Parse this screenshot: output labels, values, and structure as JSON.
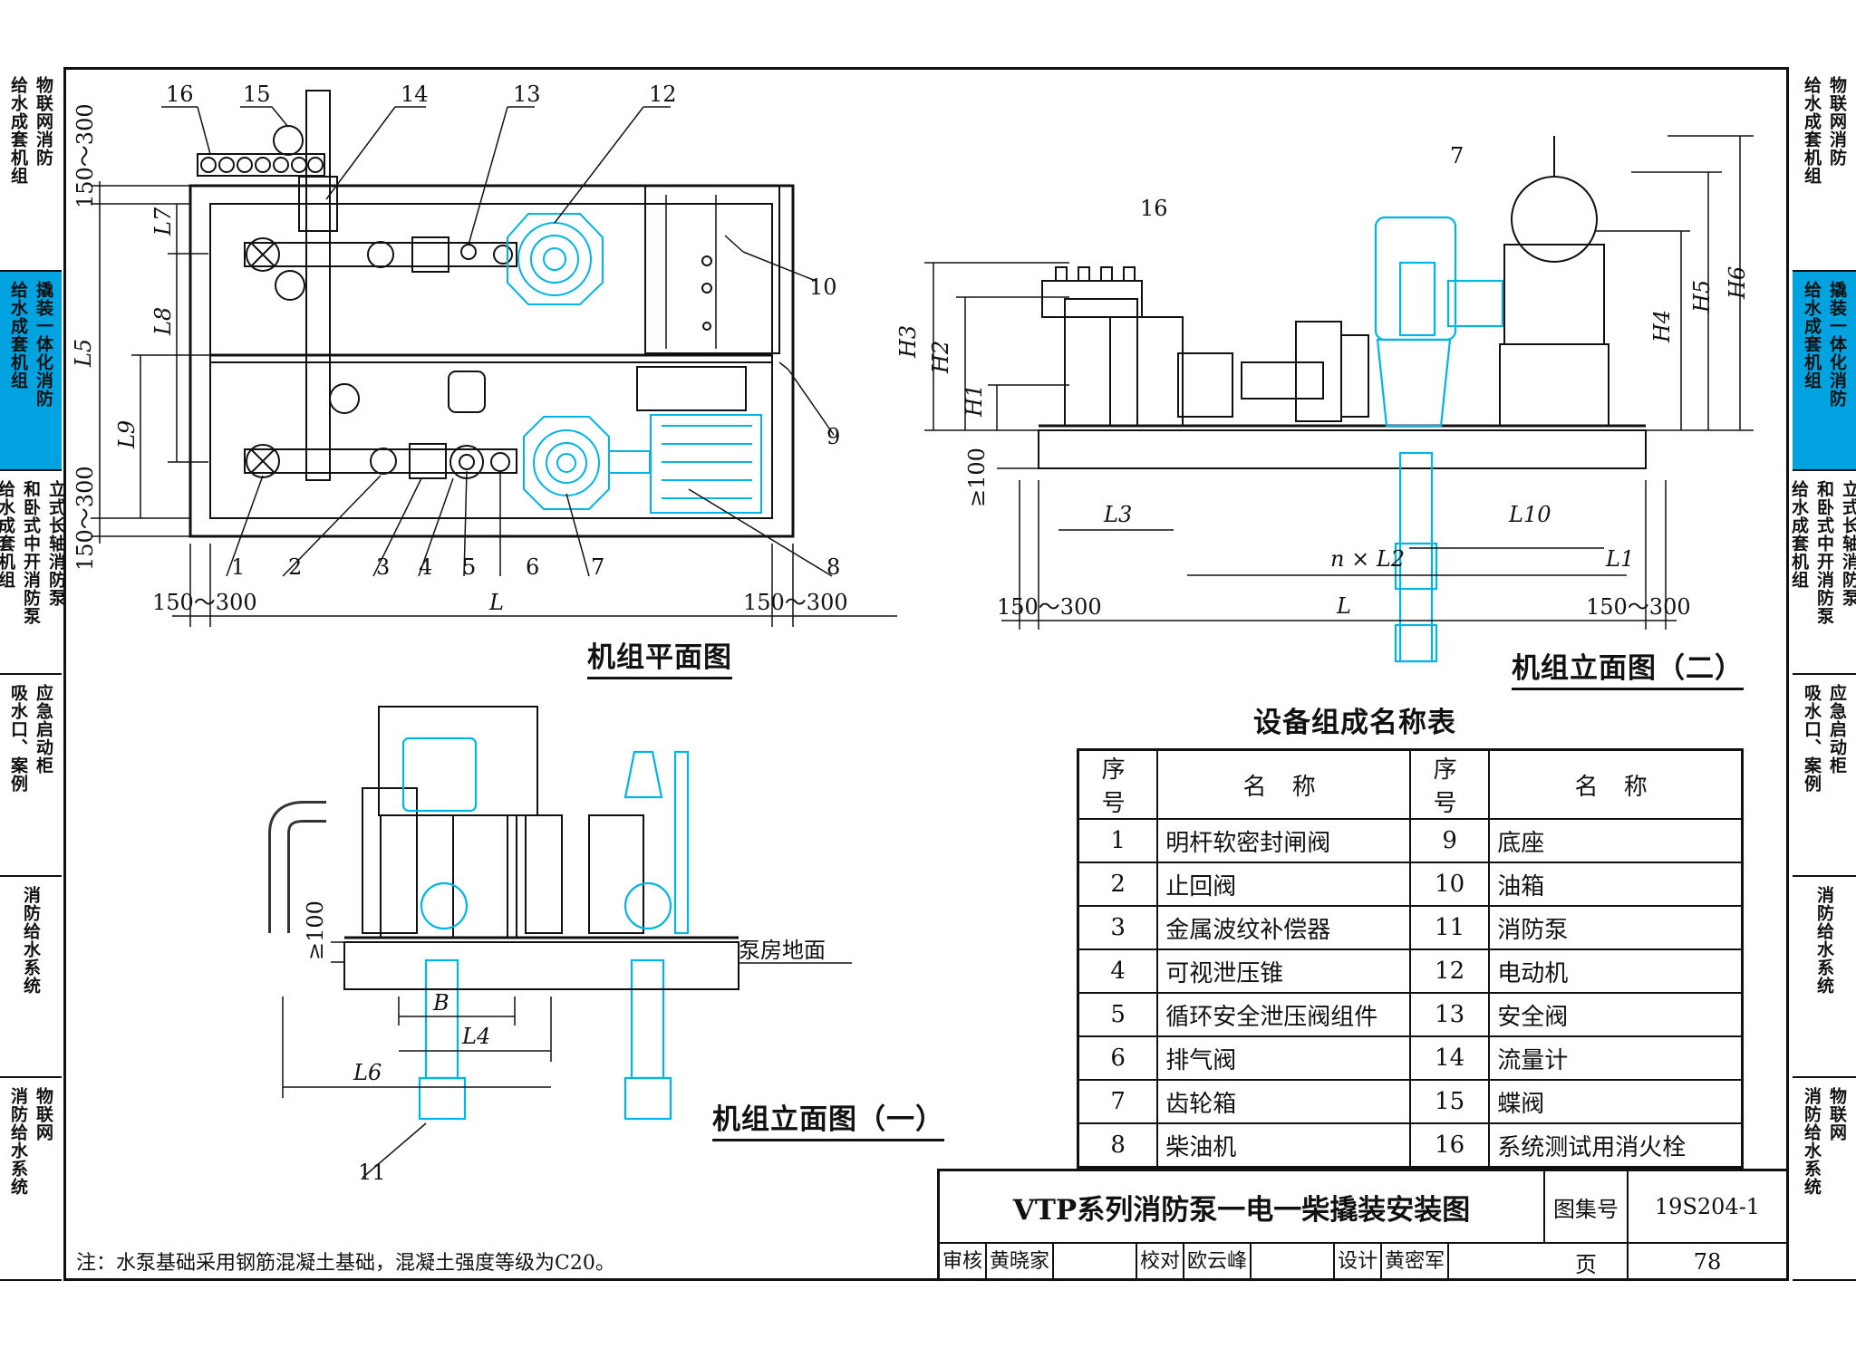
{
  "side_tabs_left": [
    {
      "cols": [
        "物联网消防",
        "给水成套机组"
      ]
    },
    {
      "cols": [
        "撬装一体化消防",
        "给水成套机组"
      ],
      "active": true
    },
    {
      "cols": [
        "立式长轴消防泵",
        "和卧式中开消防泵",
        "给水成套机组"
      ]
    },
    {
      "cols": [
        "应急启动柜",
        "吸水口、案例"
      ]
    },
    {
      "cols": [
        "消防给水系统"
      ]
    },
    {
      "cols": [
        "物联网",
        "消防给水系统"
      ]
    }
  ],
  "side_tabs_right": [
    {
      "cols": [
        "物联网消防",
        "给水成套机组"
      ]
    },
    {
      "cols": [
        "撬装一体化消防",
        "给水成套机组"
      ],
      "active": true
    },
    {
      "cols": [
        "立式长轴消防泵",
        "和卧式中开消防泵",
        "给水成套机组"
      ]
    },
    {
      "cols": [
        "应急启动柜",
        "吸水口、案例"
      ]
    },
    {
      "cols": [
        "消防给水系统"
      ]
    },
    {
      "cols": [
        "物联网",
        "消防给水系统"
      ]
    }
  ],
  "views": {
    "plan_title": "机组平面图",
    "elev2_title": "机组立面图（二）",
    "elev1_title": "机组立面图（一）"
  },
  "plan": {
    "callouts_top": [
      "16",
      "15",
      "14",
      "13",
      "12"
    ],
    "callouts_right": [
      "10",
      "9"
    ],
    "callouts_bottom": [
      "1",
      "2",
      "3",
      "4",
      "5",
      "6",
      "7",
      "8"
    ],
    "dim_side": "150～300",
    "dim_L": "L",
    "dim_L7": "L7",
    "dim_L8": "L8",
    "dim_L9": "L9",
    "dim_L5": "L5"
  },
  "elev2": {
    "callouts": [
      "7",
      "16"
    ],
    "dims": {
      "H1": "H1",
      "H2": "H2",
      "H3": "H3",
      "H4": "H4",
      "H5": "H5",
      "H6": "H6",
      "L3": "L3",
      "L10": "L10",
      "L1": "L1",
      "nL2": "n × L2",
      "L": "L",
      "side": "150～300",
      "min100": "≥100"
    }
  },
  "elev1": {
    "callout": "11",
    "floor_label": "泵房地面",
    "dims": {
      "B": "B",
      "L4": "L4",
      "L6": "L6",
      "min100": "≥100"
    }
  },
  "equipment_table": {
    "title": "设备组成名称表",
    "headers": [
      "序号",
      "名 称",
      "序号",
      "名 称"
    ],
    "rows": [
      [
        "1",
        "明杆软密封闸阀",
        "9",
        "底座"
      ],
      [
        "2",
        "止回阀",
        "10",
        "油箱"
      ],
      [
        "3",
        "金属波纹补偿器",
        "11",
        "消防泵"
      ],
      [
        "4",
        "可视泄压锥",
        "12",
        "电动机"
      ],
      [
        "5",
        "循环安全泄压阀组件",
        "13",
        "安全阀"
      ],
      [
        "6",
        "排气阀",
        "14",
        "流量计"
      ],
      [
        "7",
        "齿轮箱",
        "15",
        "蝶阀"
      ],
      [
        "8",
        "柴油机",
        "16",
        "系统测试用消火栓"
      ]
    ]
  },
  "title_block": {
    "title": "VTP系列消防泵一电一柴撬装安装图",
    "atlas_label": "图集号",
    "atlas_no": "19S204-1",
    "page_label": "页",
    "page_no": "78",
    "review_label": "审核",
    "reviewer": "黄晓家",
    "check_label": "校对",
    "checker": "欧云峰",
    "design_label": "设计",
    "designer": "黄密军"
  },
  "note": "注：水泵基础采用钢筋混凝土基础，混凝土强度等级为C20。",
  "colors": {
    "line": "#111111",
    "cyan": "#00b4e6",
    "tab_active": "#00a3e0"
  }
}
